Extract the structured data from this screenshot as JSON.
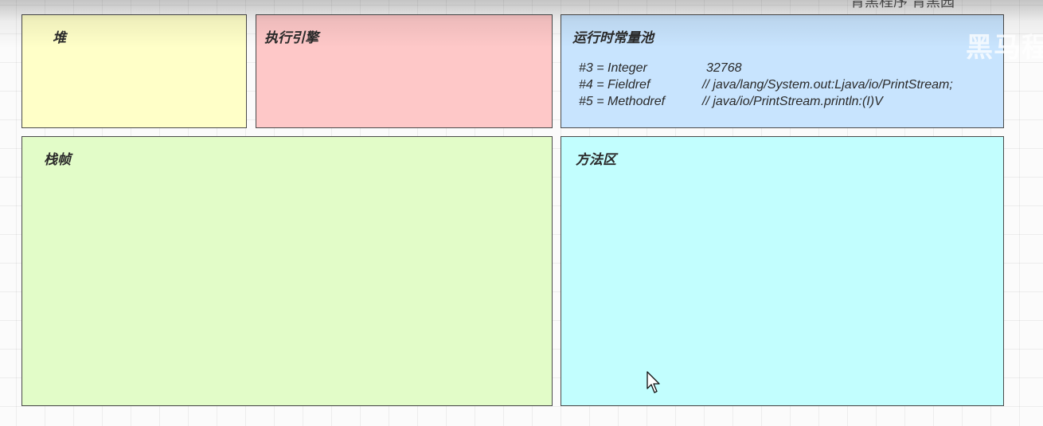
{
  "caption": "青黑程序 青黑园",
  "watermark": "黑马程",
  "heap": {
    "title": "堆"
  },
  "engine": {
    "title": "执行引擎"
  },
  "pool": {
    "title": "运行时常量池",
    "entries": [
      {
        "ref": "#3 = Integer",
        "value": "32768"
      },
      {
        "ref": "#4 = Fieldref",
        "value": "// java/lang/System.out:Ljava/io/PrintStream;"
      },
      {
        "ref": "#5 = Methodref",
        "value": "// java/io/PrintStream.println:(I)V"
      }
    ]
  },
  "stack": {
    "title": "栈帧"
  },
  "method_area": {
    "title": "方法区"
  },
  "colors": {
    "heap": "#ffffc8",
    "engine": "#fec8c8",
    "pool": "#c8e4fe",
    "stack": "#e2fcc8",
    "method_area": "#c2fefe"
  },
  "icons": {
    "cursor": "arrow-cursor-icon"
  }
}
